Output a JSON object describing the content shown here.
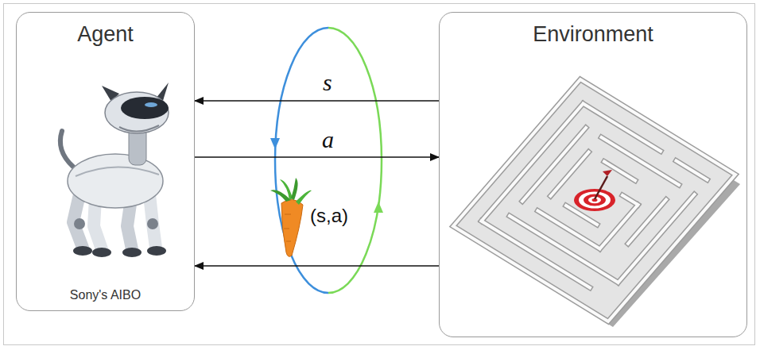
{
  "diagram": {
    "nodes": [
      {
        "text": [
          "Agent",
          "Sony's AIBO"
        ]
      },
      {
        "text": [
          "Environment"
        ]
      }
    ],
    "edges": [
      {
        "from": 1,
        "to": 0,
        "arrow": "to",
        "label": "s"
      },
      {
        "from": 0,
        "to": 1,
        "arrow": "to",
        "label": "a"
      },
      {
        "from": 1,
        "to": 0,
        "arrow": "to",
        "label": "(s,a)"
      }
    ]
  }
}
